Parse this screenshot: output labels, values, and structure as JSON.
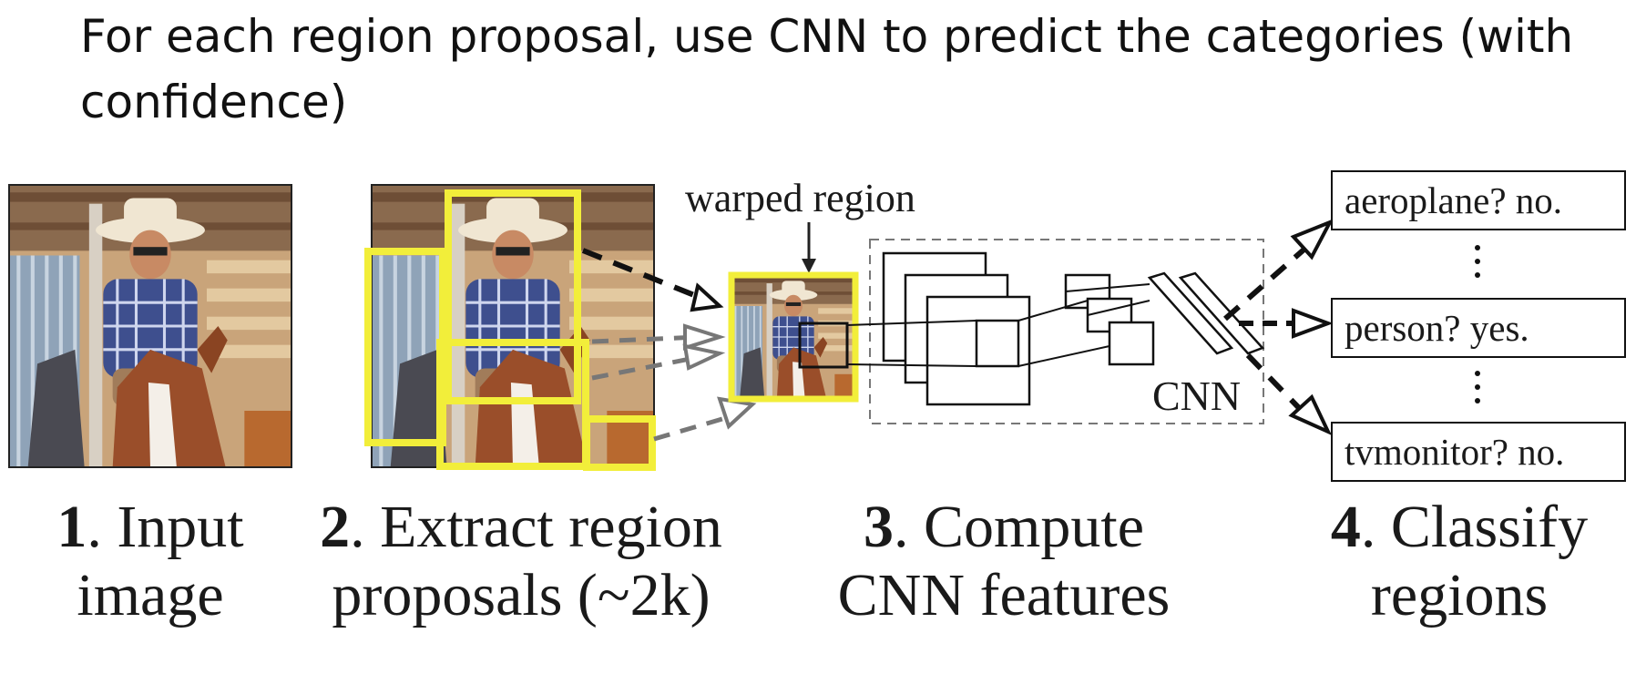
{
  "title": "For each region proposal, use CNN to predict the categories (with confidence)",
  "annotation_warped": "warped region",
  "cnn_label": "CNN",
  "outputs": [
    {
      "text": "aeroplane? no."
    },
    {
      "text": "person? yes."
    },
    {
      "text": "tvmonitor? no."
    }
  ],
  "steps": [
    {
      "num": "1",
      "line1": ". Input",
      "line2": "image"
    },
    {
      "num": "2",
      "line1": ". Extract region",
      "line2": "proposals (~2k)"
    },
    {
      "num": "3",
      "line1": ". Compute",
      "line2": "CNN features"
    },
    {
      "num": "4",
      "line1": ". Classify",
      "line2": "regions"
    }
  ],
  "colors": {
    "proposal_box": "#f2ee3a",
    "arrow_dark": "#111111",
    "arrow_gray": "#777777"
  }
}
